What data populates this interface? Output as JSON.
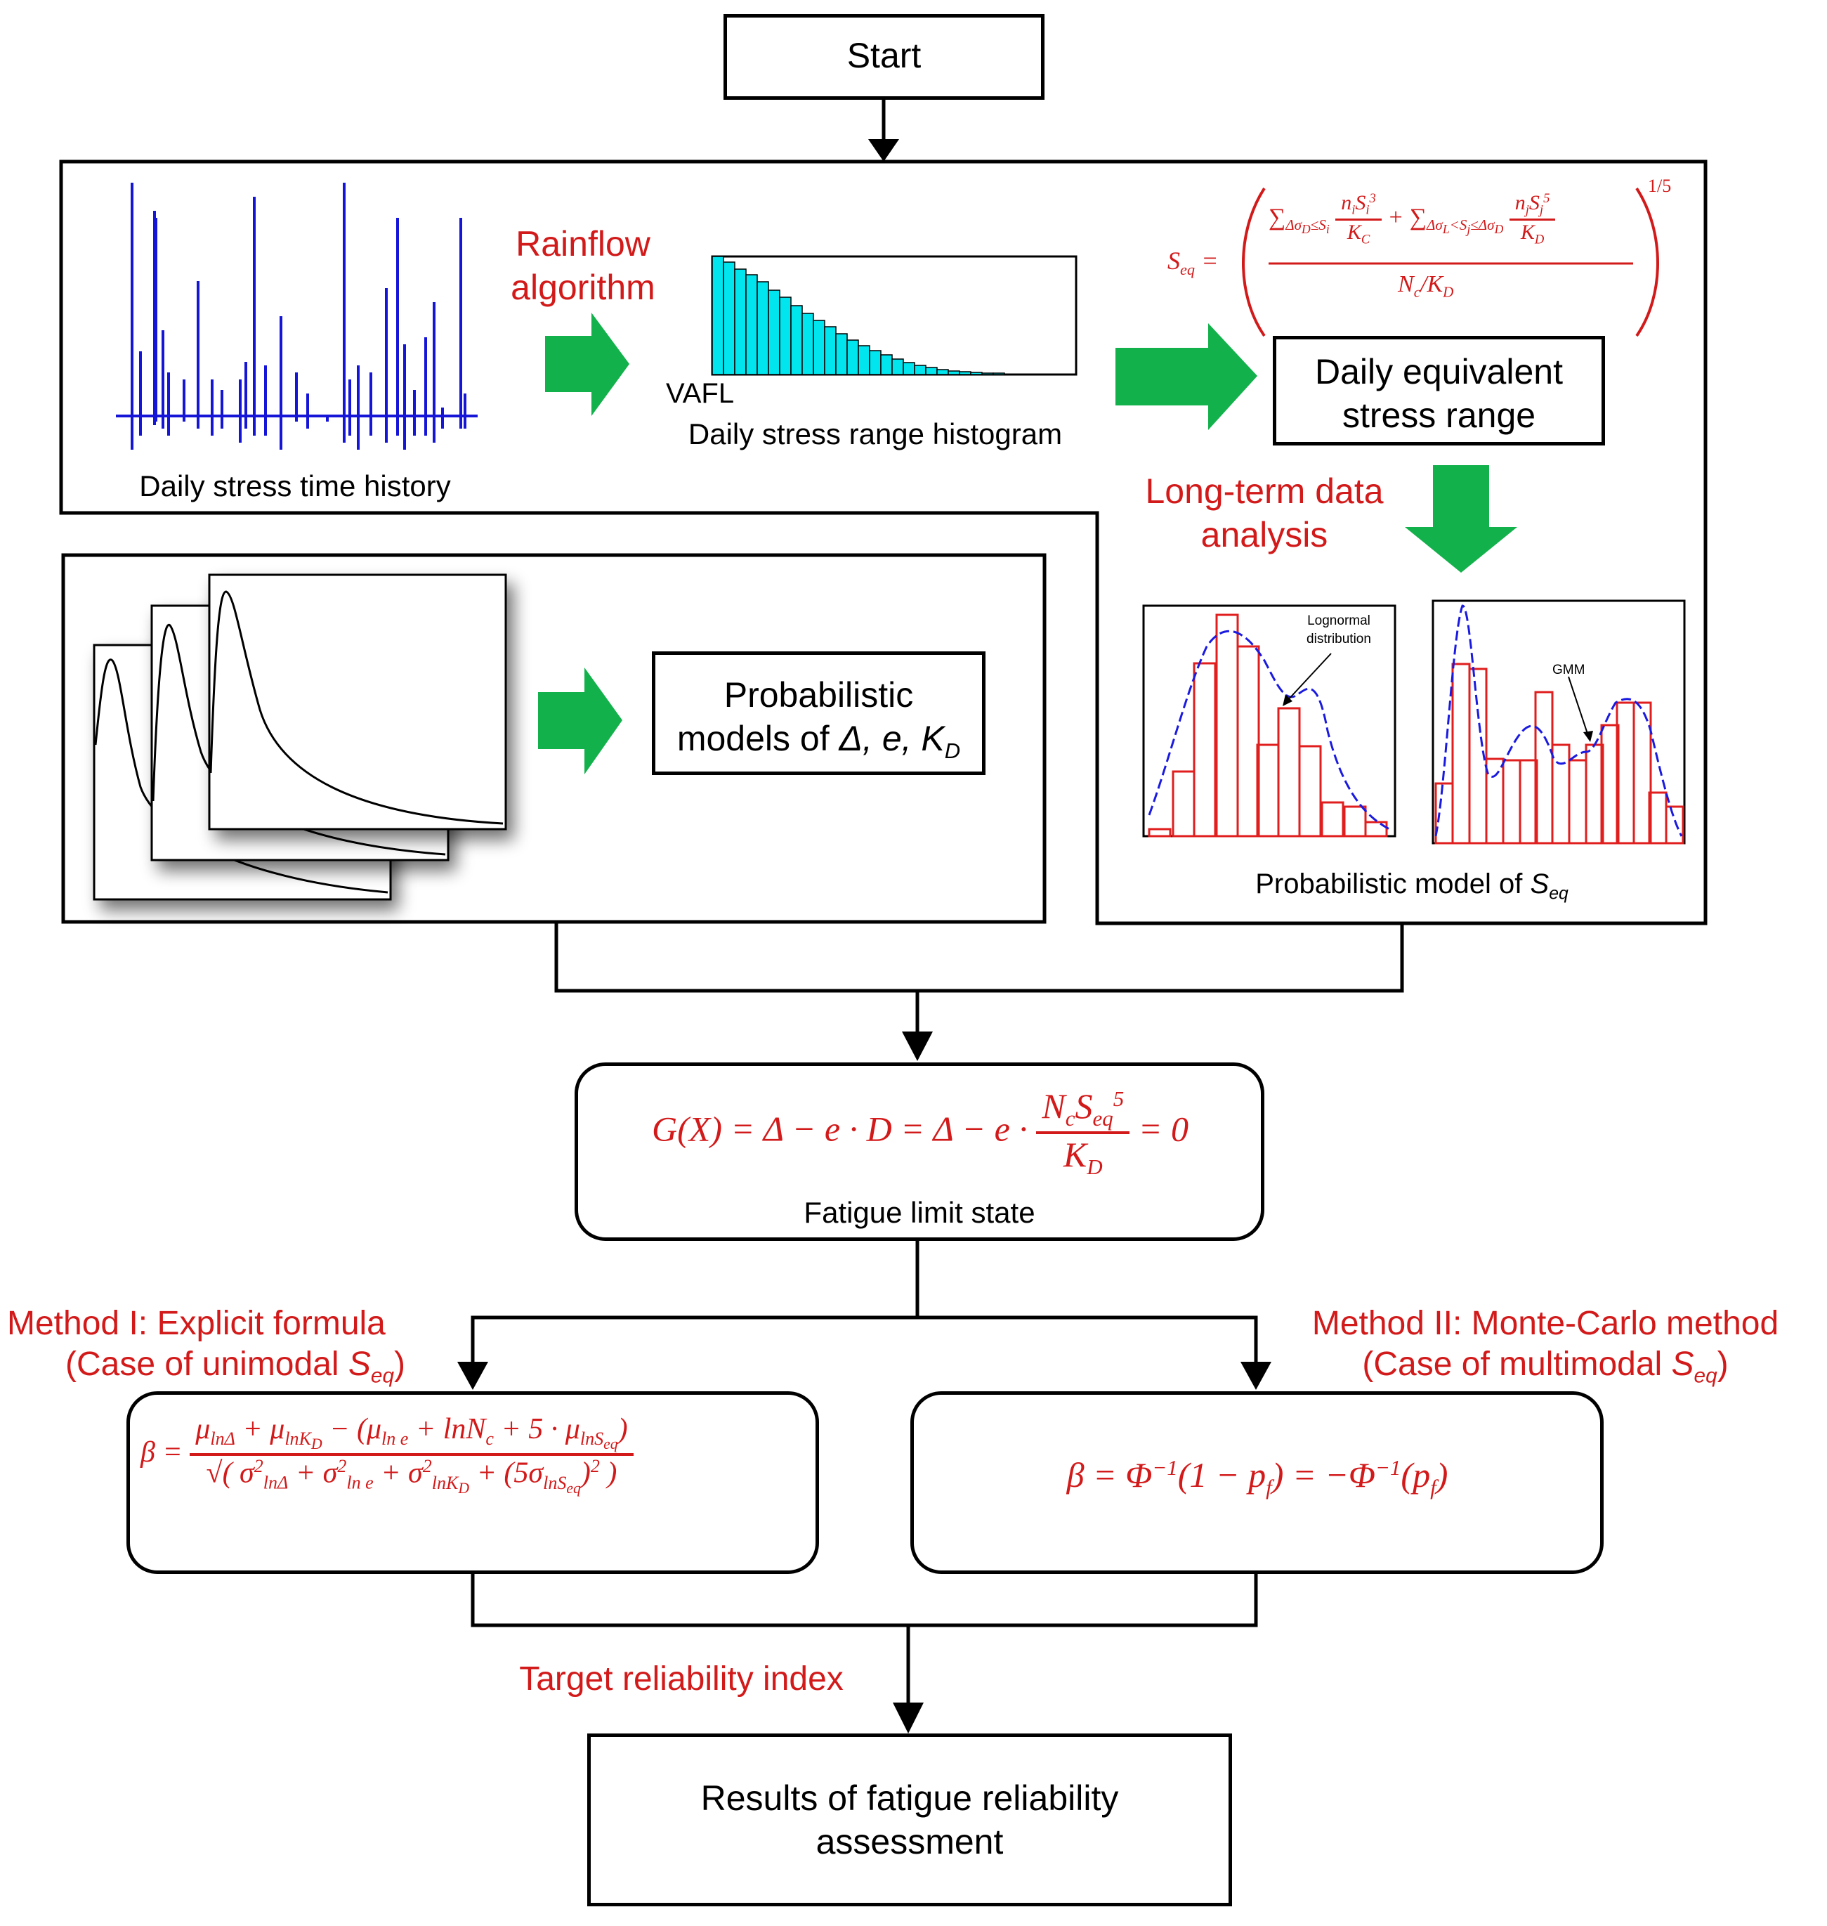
{
  "start": {
    "label": "Start"
  },
  "top_section": {
    "time_history_caption": "Daily stress time history",
    "rainflow_label_line1": "Rainflow",
    "rainflow_label_line2": "algorithm",
    "histogram_vafl_label": "VAFL",
    "histogram_caption": "Daily stress range histogram",
    "equivalent_box_line1": "Daily equivalent",
    "equivalent_box_line2": "stress range",
    "long_term_line1": "Long-term  data",
    "long_term_line2": "analysis",
    "lognormal_line1": "Lognormal",
    "lognormal_line2": "distribution",
    "gmm_label": "GMM",
    "prob_model_caption_prefix": "Probabilistic model of ",
    "prob_model_caption_symbol": "S",
    "prob_model_caption_sub": "eq"
  },
  "middle_section": {
    "prob_models_line1": "Probabilistic",
    "prob_models_line2_prefix": "models  of ",
    "prob_models_line2_vars": "Δ,  e,  K",
    "prob_models_line2_sub": "D"
  },
  "limit_state": {
    "caption": "Fatigue limit state"
  },
  "methods": {
    "method1_line1": "Method I: Explicit formula",
    "method1_line2_prefix": "(Case of unimodal ",
    "method1_line2_symbol": "S",
    "method1_line2_sub": "eq",
    "method1_line2_suffix": ")",
    "method2_line1": "Method II: Monte-Carlo method",
    "method2_line2_prefix": "(Case of multimodal ",
    "method2_line2_symbol": "S",
    "method2_line2_sub": "eq",
    "method2_line2_suffix": ")"
  },
  "target": {
    "label": "Target reliability index"
  },
  "results": {
    "line1": "Results of fatigue reliability",
    "line2": "assessment"
  },
  "colors": {
    "label_red": "#d21a1a",
    "arrow_green": "#13b14c",
    "time_history_blue": "#1515d8",
    "histogram_cyan": "#00e5ee",
    "fit_blue": "#1a1ae0",
    "bar_red": "#e01e1e"
  },
  "icons": [
    "fat-right-arrow-icon",
    "fat-down-arrow-icon",
    "arrowhead-icon"
  ]
}
